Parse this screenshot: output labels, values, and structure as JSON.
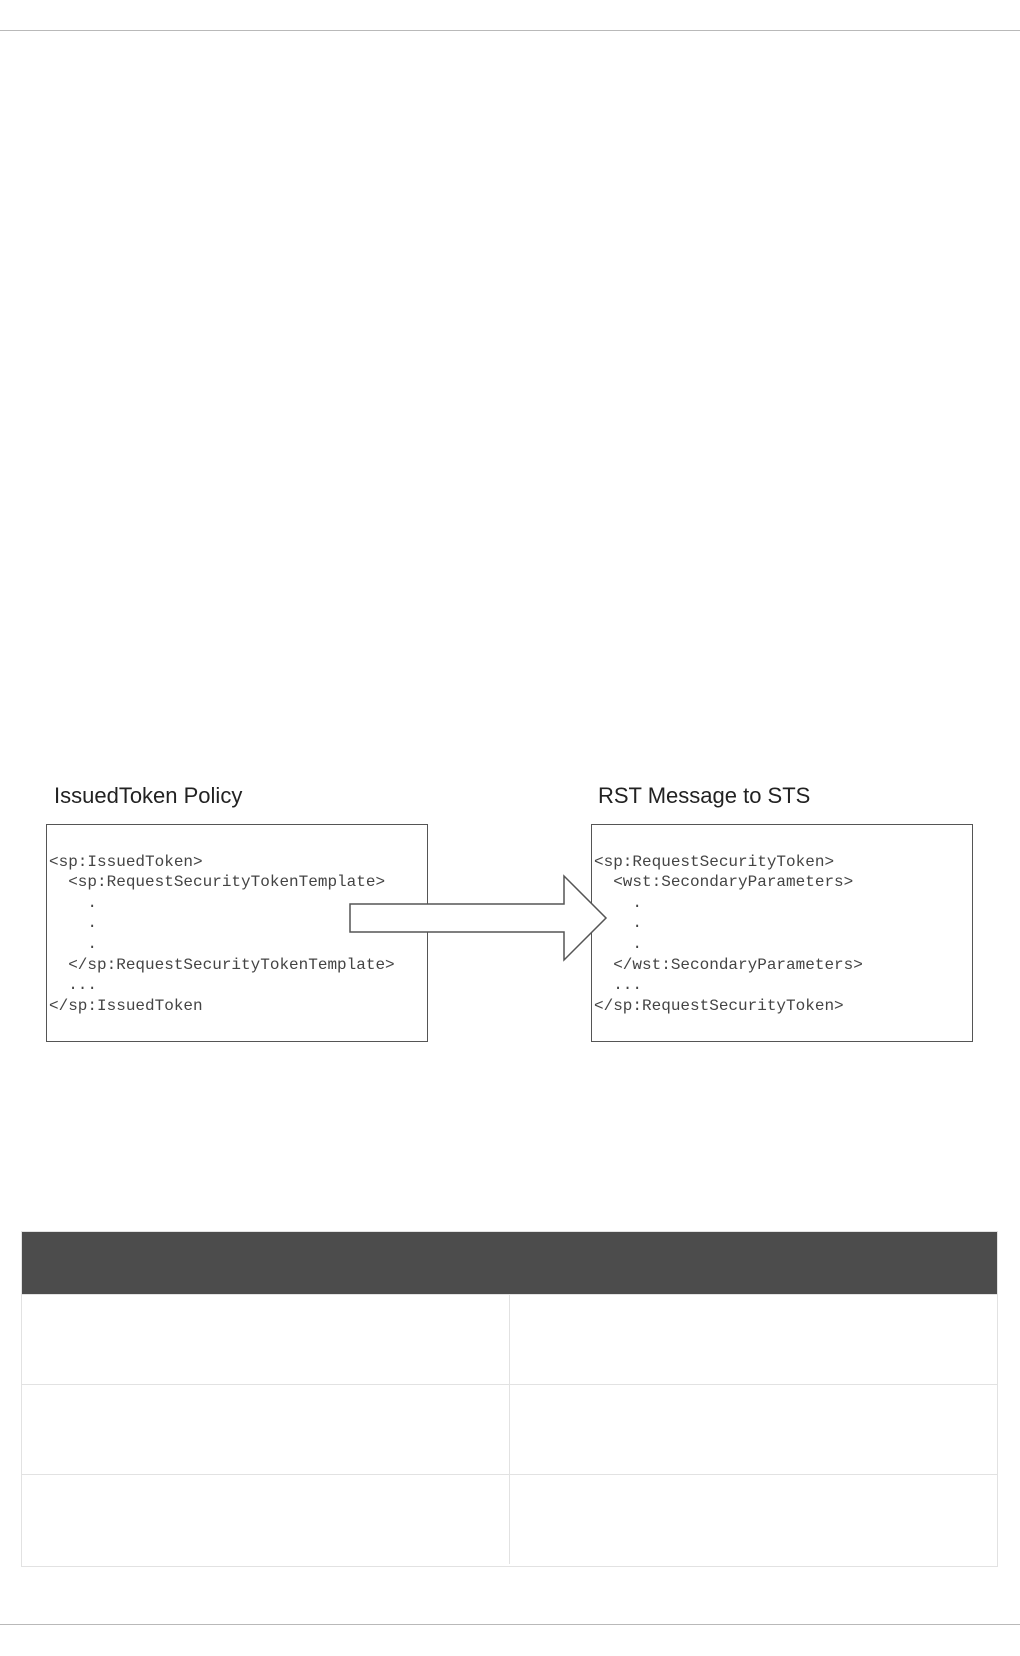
{
  "diagram": {
    "left": {
      "title": "IssuedToken Policy",
      "lines": [
        "<sp:IssuedToken>",
        "  <sp:RequestSecurityTokenTemplate>",
        "    .",
        "    .",
        "    .",
        "  </sp:RequestSecurityTokenTemplate>",
        "  ...",
        "</sp:IssuedToken"
      ]
    },
    "right": {
      "title": "RST Message to STS",
      "lines": [
        "<sp:RequestSecurityToken>",
        "  <wst:SecondaryParameters>",
        "    .",
        "    .",
        "    .",
        "  </wst:SecondaryParameters>",
        "  ...",
        "</sp:RequestSecurityToken>"
      ]
    }
  },
  "table": {
    "header": [
      "",
      ""
    ],
    "rows": [
      [
        "",
        ""
      ],
      [
        "",
        ""
      ],
      [
        "",
        ""
      ]
    ]
  }
}
